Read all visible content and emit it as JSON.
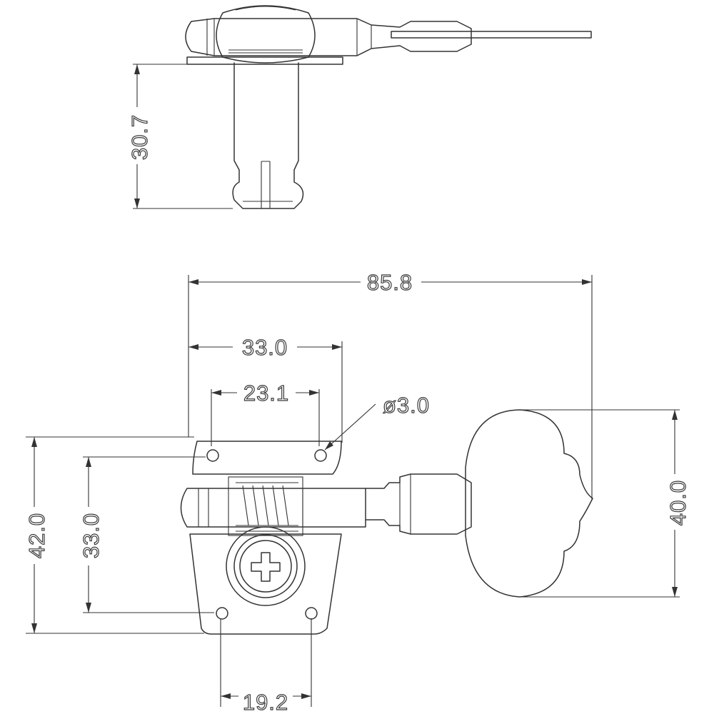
{
  "diagram": {
    "dimensions": {
      "stud_height": "30.7",
      "overall_length": "85.8",
      "plate_width": "33.0",
      "top_hole_spacing": "23.1",
      "hole_diameter": "ø3.0",
      "overall_height": "42.0",
      "hole_row_spacing": "33.0",
      "button_height": "40.0",
      "bottom_hole_spacing": "19.2"
    }
  }
}
